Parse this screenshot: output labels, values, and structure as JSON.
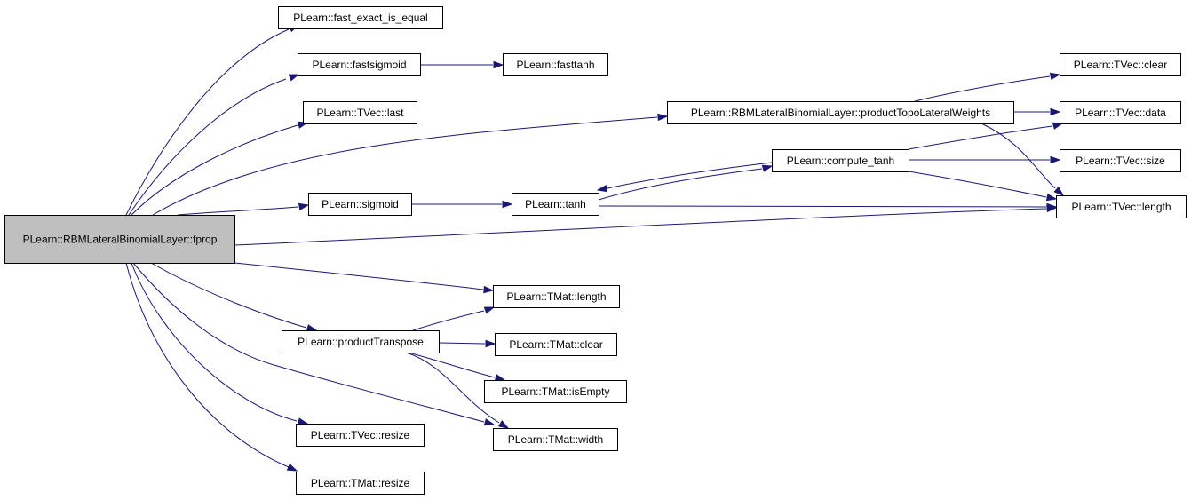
{
  "graph": {
    "nodes": [
      {
        "id": "fprop",
        "label": "PLearn::RBMLateralBinomialLayer::fprop",
        "root": true
      },
      {
        "id": "fast_exact",
        "label": "PLearn::fast_exact_is_equal"
      },
      {
        "id": "fastsigmoid",
        "label": "PLearn::fastsigmoid"
      },
      {
        "id": "fasttanh",
        "label": "PLearn::fasttanh"
      },
      {
        "id": "tvec_last",
        "label": "PLearn::TVec::last"
      },
      {
        "id": "productTopo",
        "label": "PLearn::RBMLateralBinomialLayer::productTopoLateralWeights"
      },
      {
        "id": "tvec_clear",
        "label": "PLearn::TVec::clear"
      },
      {
        "id": "tvec_data",
        "label": "PLearn::TVec::data"
      },
      {
        "id": "compute_tanh",
        "label": "PLearn::compute_tanh"
      },
      {
        "id": "tvec_size",
        "label": "PLearn::TVec::size"
      },
      {
        "id": "sigmoid",
        "label": "PLearn::sigmoid"
      },
      {
        "id": "tanh",
        "label": "PLearn::tanh"
      },
      {
        "id": "tvec_length",
        "label": "PLearn::TVec::length"
      },
      {
        "id": "tmat_length",
        "label": "PLearn::TMat::length"
      },
      {
        "id": "productTranspose",
        "label": "PLearn::productTranspose"
      },
      {
        "id": "tmat_clear",
        "label": "PLearn::TMat::clear"
      },
      {
        "id": "tmat_isEmpty",
        "label": "PLearn::TMat::isEmpty"
      },
      {
        "id": "tvec_resize",
        "label": "PLearn::TVec::resize"
      },
      {
        "id": "tmat_width",
        "label": "PLearn::TMat::width"
      },
      {
        "id": "tmat_resize",
        "label": "PLearn::TMat::resize"
      }
    ],
    "edges": [
      {
        "from": "fprop",
        "to": "fast_exact"
      },
      {
        "from": "fprop",
        "to": "fastsigmoid"
      },
      {
        "from": "fprop",
        "to": "tvec_last"
      },
      {
        "from": "fprop",
        "to": "productTopo"
      },
      {
        "from": "fprop",
        "to": "sigmoid"
      },
      {
        "from": "fprop",
        "to": "tvec_length"
      },
      {
        "from": "fprop",
        "to": "tmat_length"
      },
      {
        "from": "fprop",
        "to": "productTranspose"
      },
      {
        "from": "fprop",
        "to": "tmat_width"
      },
      {
        "from": "fprop",
        "to": "tvec_resize"
      },
      {
        "from": "fprop",
        "to": "tmat_resize"
      },
      {
        "from": "fastsigmoid",
        "to": "fasttanh"
      },
      {
        "from": "productTopo",
        "to": "tvec_clear"
      },
      {
        "from": "productTopo",
        "to": "tvec_data"
      },
      {
        "from": "productTopo",
        "to": "tvec_length"
      },
      {
        "from": "compute_tanh",
        "to": "tvec_data"
      },
      {
        "from": "compute_tanh",
        "to": "tvec_size"
      },
      {
        "from": "compute_tanh",
        "to": "tvec_length"
      },
      {
        "from": "compute_tanh",
        "to": "tanh"
      },
      {
        "from": "sigmoid",
        "to": "tanh"
      },
      {
        "from": "tanh",
        "to": "compute_tanh"
      },
      {
        "from": "tanh",
        "to": "tvec_length"
      },
      {
        "from": "productTranspose",
        "to": "tmat_length"
      },
      {
        "from": "productTranspose",
        "to": "tmat_clear"
      },
      {
        "from": "productTranspose",
        "to": "tmat_isEmpty"
      },
      {
        "from": "productTranspose",
        "to": "tmat_width"
      }
    ]
  }
}
